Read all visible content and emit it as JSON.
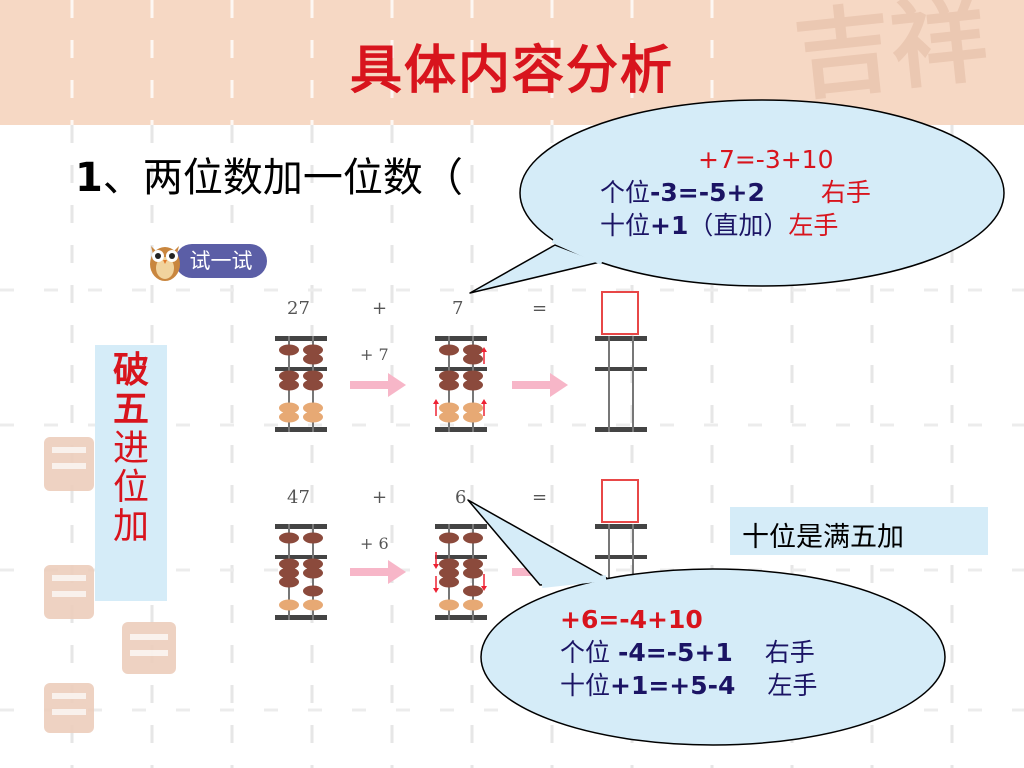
{
  "title": "具体内容分析",
  "subtitle": {
    "num": "1",
    "text": "、两位数加一位数（"
  },
  "badge": {
    "label": "试一试"
  },
  "side_panel": {
    "chars": [
      "破",
      "五",
      "进",
      "位",
      "加"
    ]
  },
  "row1": {
    "a": "27",
    "plus": "+",
    "b": "7",
    "eq": "=",
    "step": "+ 7"
  },
  "row2": {
    "a": "47",
    "plus": "+",
    "b": "6",
    "eq": "=",
    "step": "+ 6"
  },
  "note": "十位是满五加",
  "bubble1": {
    "line1": "+7=-3+10",
    "line2_a": "个位",
    "line2_b": "-3=-5+2",
    "line2_hand": "右手",
    "line3_a": "十位",
    "line3_b": "+1",
    "line3_c": "（直加）",
    "line3_hand": "左手"
  },
  "bubble2": {
    "line1": "+6=-4+10",
    "line2_a": "个位 ",
    "line2_b": "-4=-5+1",
    "line2_hand": "右手",
    "line3_a": "十位",
    "line3_b": "+1=+5-4",
    "line3_hand": "左手"
  },
  "watermark": {
    "text": "吉祥"
  },
  "colors": {
    "title": "#d8141d",
    "band": "#f6d8c4",
    "panel": "#d5ecf8",
    "bubble": "#d5ecf8",
    "bead_upper": "#8b4a3c",
    "bead_lower": "#e7a974",
    "arrow": "#f7b6c8"
  }
}
